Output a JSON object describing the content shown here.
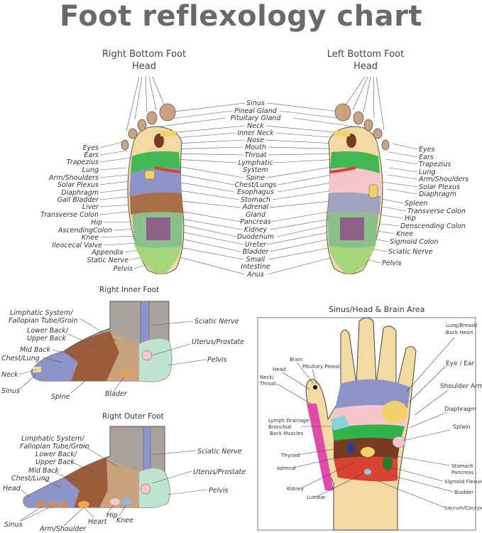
{
  "title": "Foot reflexology chart",
  "right_bottom_foot": {
    "title": "Right Bottom Foot",
    "subtitle": "Head"
  },
  "left_bottom_foot": {
    "title": "Left Bottom Foot",
    "subtitle": "Head"
  },
  "center_labels": [
    "Sinus",
    "Pineal Gland",
    "Pituitary Gland",
    "Neck",
    "Inner Neck",
    "Nose",
    "Mouth",
    "Throat",
    "Lymphatic",
    "System",
    "Spine",
    "Chest/Lungs",
    "Esophagus",
    "Stomach",
    "Adrenal",
    "Gland",
    "Pancreas",
    "Kidney",
    "Duodenum",
    "Ureter",
    "Bladder",
    "Small",
    "Intestine",
    "Anus"
  ],
  "right_foot_labels": [
    "Eyes",
    "Ears",
    "Trapezius",
    "Lung",
    "Arm/Shoulders",
    "Solar Plexus",
    "Diaphragm",
    "Gall Bladder",
    "Liver",
    "Transverse Colon",
    "Hip",
    "AscendingColon",
    "Knee",
    "Ileocecal Valve",
    "Appendix",
    "Static Nerve",
    "Pelvis"
  ],
  "left_foot_labels": [
    "Eyes",
    "Ears",
    "Trapezius",
    "Lung",
    "Arm/Shoulders",
    "Solar Plexus",
    "Diaphragm",
    "Spleen",
    "Transverse Colon",
    "Hip",
    "Denscending Colon",
    "Knee",
    "Sigmoid Colon",
    "Sciatic Nerve",
    "Pelvis"
  ],
  "inner_foot": {
    "title": "Right Inner Foot",
    "labels": [
      "Limphatic System/",
      "Fallopian Tube/Groin",
      "Lower Back/",
      "Upper Back",
      "Mid Back",
      "Chest/Lung",
      "Neck",
      "Sinus",
      "Spine",
      "Blader",
      "Sciatic Nerve",
      "Uterus/Prostate",
      "Pelvis"
    ]
  },
  "outer_foot": {
    "title": "Right Outer Foot",
    "labels": [
      "Limphatic System/",
      "Fallopian Tube/Groin",
      "Lower Back/",
      "Upper Back",
      "Mid Back",
      "Chest/Lung",
      "Head",
      "Sinus",
      "Arm/Shoulder",
      "Heart",
      "Hip",
      "Knee",
      "Sciatic Nerve",
      "Uterus/Prostate",
      "Pelvis"
    ]
  },
  "hand": {
    "title": "Sinus/Head & Brain Area",
    "labels": [
      "Lung/Breast/",
      "Back Heart",
      "Eye / Ear",
      "Shoulder Arm",
      "Diaphragm",
      "Splain",
      "Brain",
      "Pituitary Pineal",
      "Head",
      "Neck/",
      "Throat",
      "Lymph Drainage",
      "Bronchial",
      "Back Muscles",
      "Thyroid",
      "Adrenal",
      "Kidney",
      "Lumbar",
      "Stomach",
      "Pancreas",
      "Sigmoid Flexure",
      "Bladder",
      "Sacrum/Coccyx"
    ]
  },
  "colors": {
    "title": "#6a6a6a",
    "skin": "#f3d9a2",
    "blue": "#8c94c8",
    "brown": "#9a5c3a",
    "green": "#2fb34a",
    "red": "#d9432f",
    "pink": "#f7c6cc",
    "teal": "#bfe3d0",
    "gray": "#a8a39f",
    "yellow": "#f3d16a",
    "magenta": "#e04aa8"
  }
}
